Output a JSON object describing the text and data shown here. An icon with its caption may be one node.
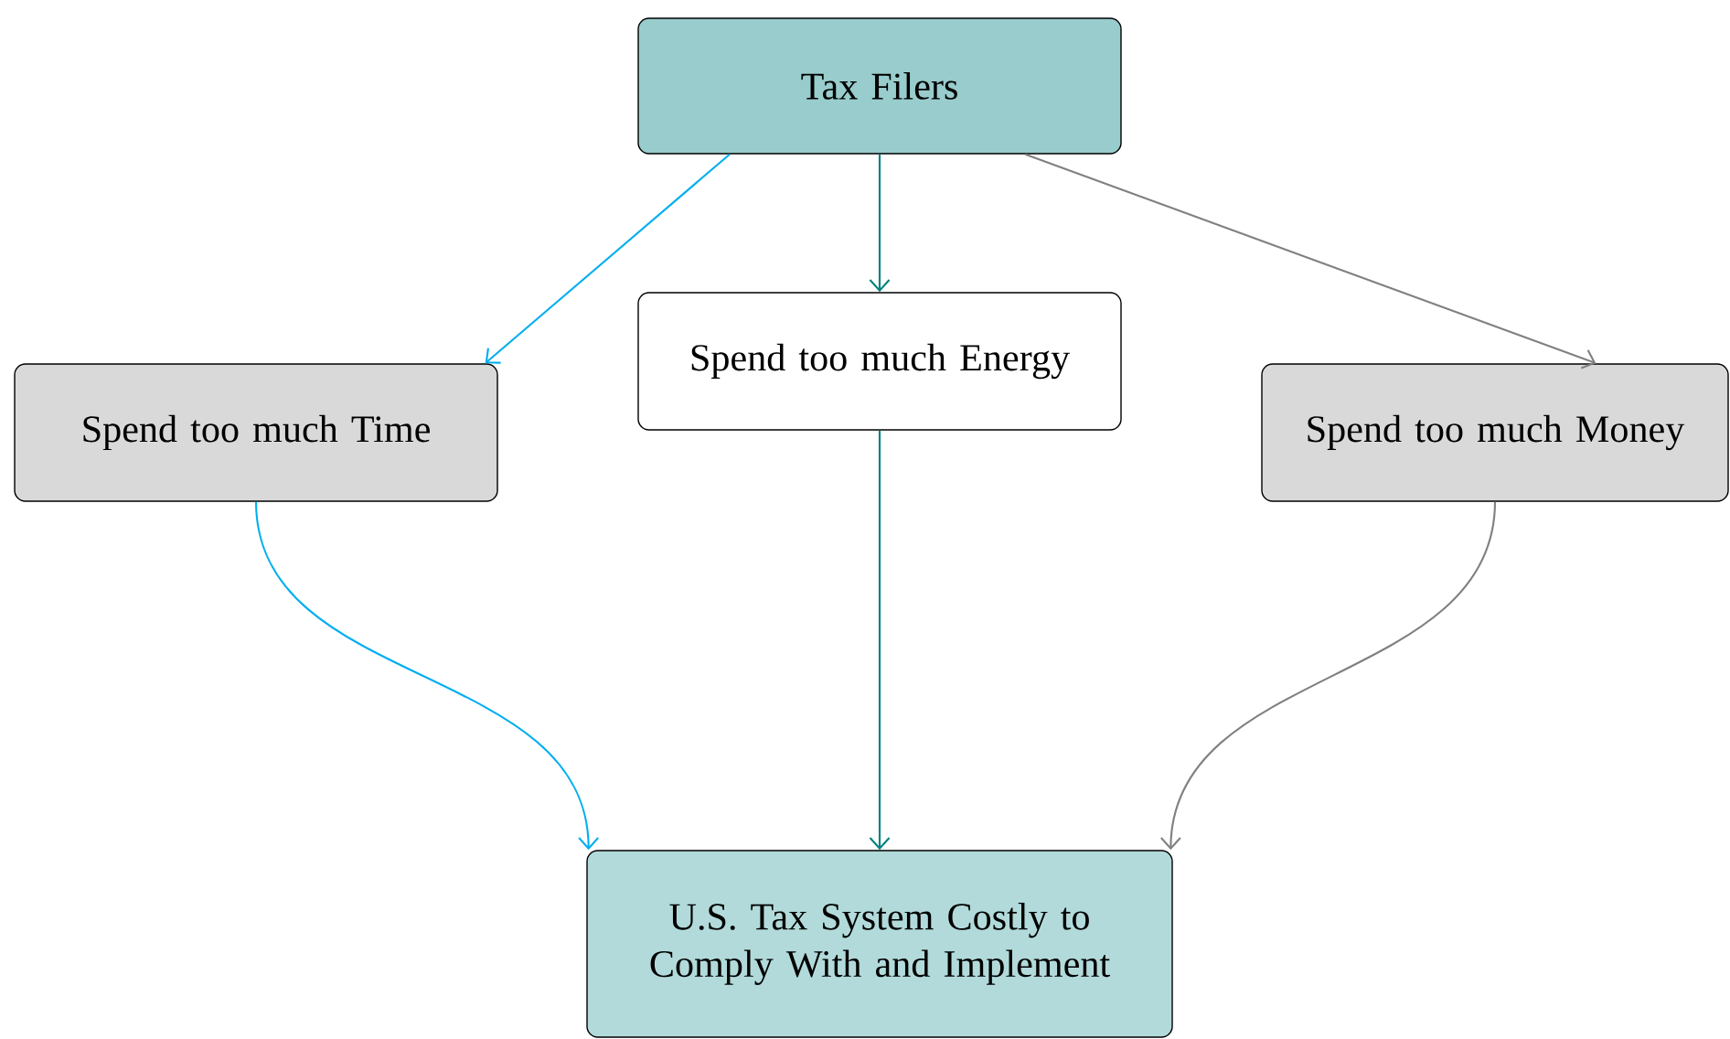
{
  "diagram": {
    "nodes": [
      {
        "text": [
          "Tax Filers"
        ]
      },
      {
        "text": [
          "Spend too much Time"
        ]
      },
      {
        "text": [
          "Spend too much Energy"
        ]
      },
      {
        "text": [
          "Spend too much Money"
        ]
      },
      {
        "text": [
          "U.S. Tax System Costly to Comply With and Implement"
        ]
      }
    ],
    "edges": [
      {
        "from": 0,
        "to": 1,
        "arrow": "to",
        "color": "#00aeef"
      },
      {
        "from": 0,
        "to": 2,
        "arrow": "to",
        "color": "#008080"
      },
      {
        "from": 0,
        "to": 3,
        "arrow": "to",
        "color": "#808080"
      },
      {
        "from": 1,
        "to": 4,
        "arrow": "to",
        "color": "#00aeef"
      },
      {
        "from": 2,
        "to": 4,
        "arrow": "to",
        "color": "#008080"
      },
      {
        "from": 3,
        "to": 4,
        "arrow": "to",
        "color": "#808080"
      }
    ]
  }
}
